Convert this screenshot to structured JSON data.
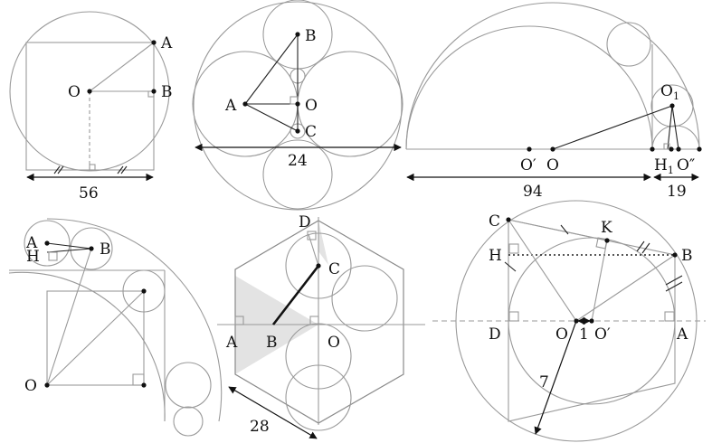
{
  "panel1": {
    "labels": {
      "A": "A",
      "B": "B",
      "O": "O"
    },
    "dim": "56"
  },
  "panel2": {
    "labels": {
      "A": "A",
      "B": "B",
      "C": "C",
      "O": "O"
    },
    "dim": "24"
  },
  "panel3": {
    "labels": {
      "O1_main": "O",
      "O1_sub": "1",
      "Oprime": "O′",
      "O": "O",
      "H1_main": "H",
      "H1_sub": "1",
      "Odouble": "O″"
    },
    "dim_left": "94",
    "dim_right": "19"
  },
  "panel4": {
    "labels": {
      "A": "A",
      "H": "H",
      "B": "B",
      "O": "O"
    }
  },
  "panel5": {
    "labels": {
      "D": "D",
      "C": "C",
      "A": "A",
      "B": "B",
      "O": "O"
    },
    "dim": "28"
  },
  "panel6": {
    "labels": {
      "C": "C",
      "K": "K",
      "H": "H",
      "B": "B",
      "D": "D",
      "O": "O",
      "one": "1",
      "Oprime": "O′",
      "A": "A"
    },
    "dim": "7"
  }
}
